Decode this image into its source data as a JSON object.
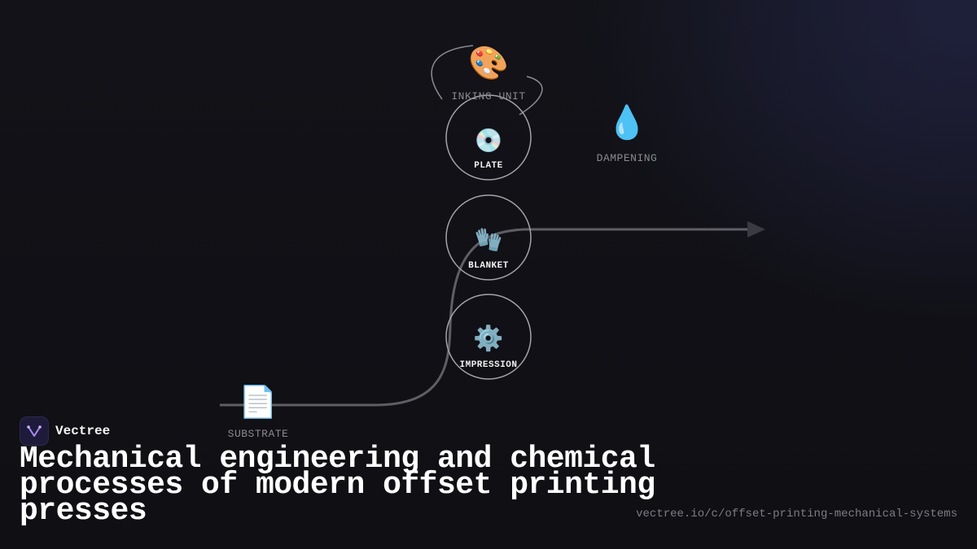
{
  "diagram": {
    "nodes": {
      "inking": {
        "icon": "palette-icon",
        "emoji": "🎨",
        "label": "INKING UNIT"
      },
      "dampening": {
        "icon": "water-drop-icon",
        "emoji": "💧",
        "label": "DAMPENING"
      },
      "plate": {
        "icon": "disc-icon",
        "emoji": "💿",
        "label": "PLATE"
      },
      "blanket": {
        "icon": "gloves-icon",
        "emoji": "🧤",
        "label": "BLANKET"
      },
      "impression": {
        "icon": "gear-icon",
        "emoji": "⚙️",
        "label": "IMPRESSION"
      },
      "substrate": {
        "icon": "document-icon",
        "emoji": "📄",
        "label": "SUBSTRATE"
      }
    }
  },
  "brand": {
    "name": "Vectree",
    "accent": "#a78bfa"
  },
  "title": "Mechanical engineering and chemical processes of modern offset printing presses",
  "url": "vectree.io/c/offset-printing-mechanical-systems"
}
